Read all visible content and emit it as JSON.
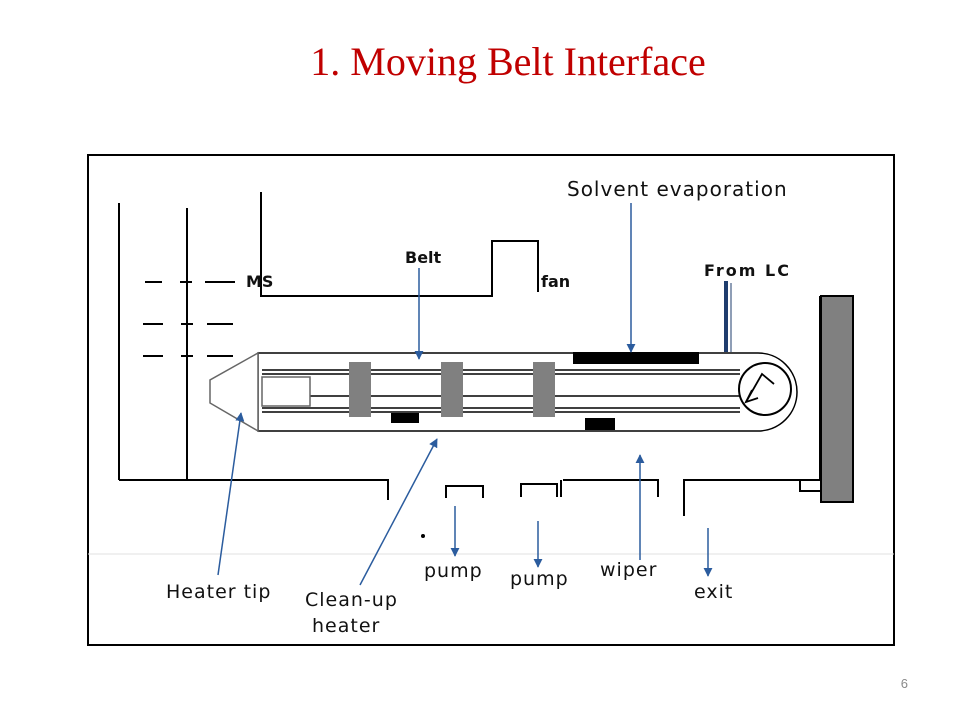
{
  "slide": {
    "title": "1. Moving Belt Interface",
    "page_number": "6"
  },
  "diagram": {
    "labels": {
      "solvent_evaporation": "Solvent evaporation",
      "belt": "Belt",
      "ms": "MS",
      "fan": "fan",
      "from_lc": "From LC",
      "heater_tip": "Heater tip",
      "cleanup_heater_line1": "Clean-up",
      "cleanup_heater_line2": "heater",
      "pump_1": "pump",
      "pump_2": "pump",
      "wiper": "wiper",
      "exit": "exit"
    },
    "colors": {
      "title": "#c00000",
      "arrow": "#2b5c9e",
      "blocks": "#808080",
      "belt_pads": "#000000",
      "lc_line": "#1f3d6e"
    }
  }
}
